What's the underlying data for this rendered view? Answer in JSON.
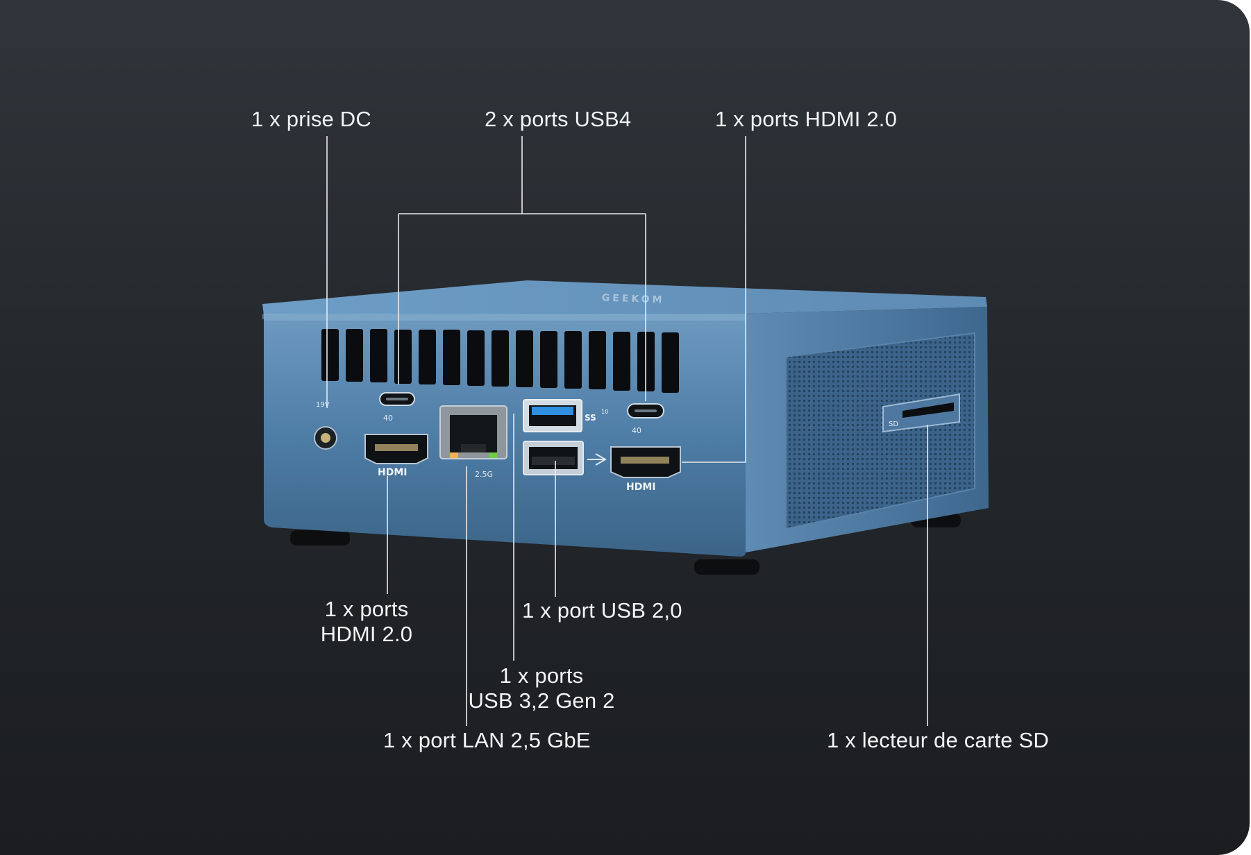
{
  "labels": {
    "dc": "1 x prise DC",
    "usb4": "2 x ports USB4",
    "hdmi_right": "1 x ports HDMI 2.0",
    "hdmi_left_line1": "1 x ports",
    "hdmi_left_line2": "HDMI 2.0",
    "usb2": "1 x port USB 2,0",
    "usb32_line1": "1 x ports",
    "usb32_line2": "USB 3,2 Gen 2",
    "lan": "1 x port LAN 2,5 GbE",
    "sd": "1 x lecteur de carte SD"
  },
  "device_markings": {
    "dc_rating": "19V",
    "hdmi_logo": "HDMI",
    "lan_speed": "2.5G",
    "usb_ss": "SS",
    "usb_ss_gen": "10",
    "sd_logo": "SD",
    "usbc_speed": "40"
  },
  "colors": {
    "background_top": "#30353b",
    "background_bottom": "#1b1d20",
    "chassis_blue": "#4f7fa8",
    "usb3_accent": "#2f8fe0",
    "leader_line": "#e8eaec",
    "label_text": "#f2f4f6"
  }
}
